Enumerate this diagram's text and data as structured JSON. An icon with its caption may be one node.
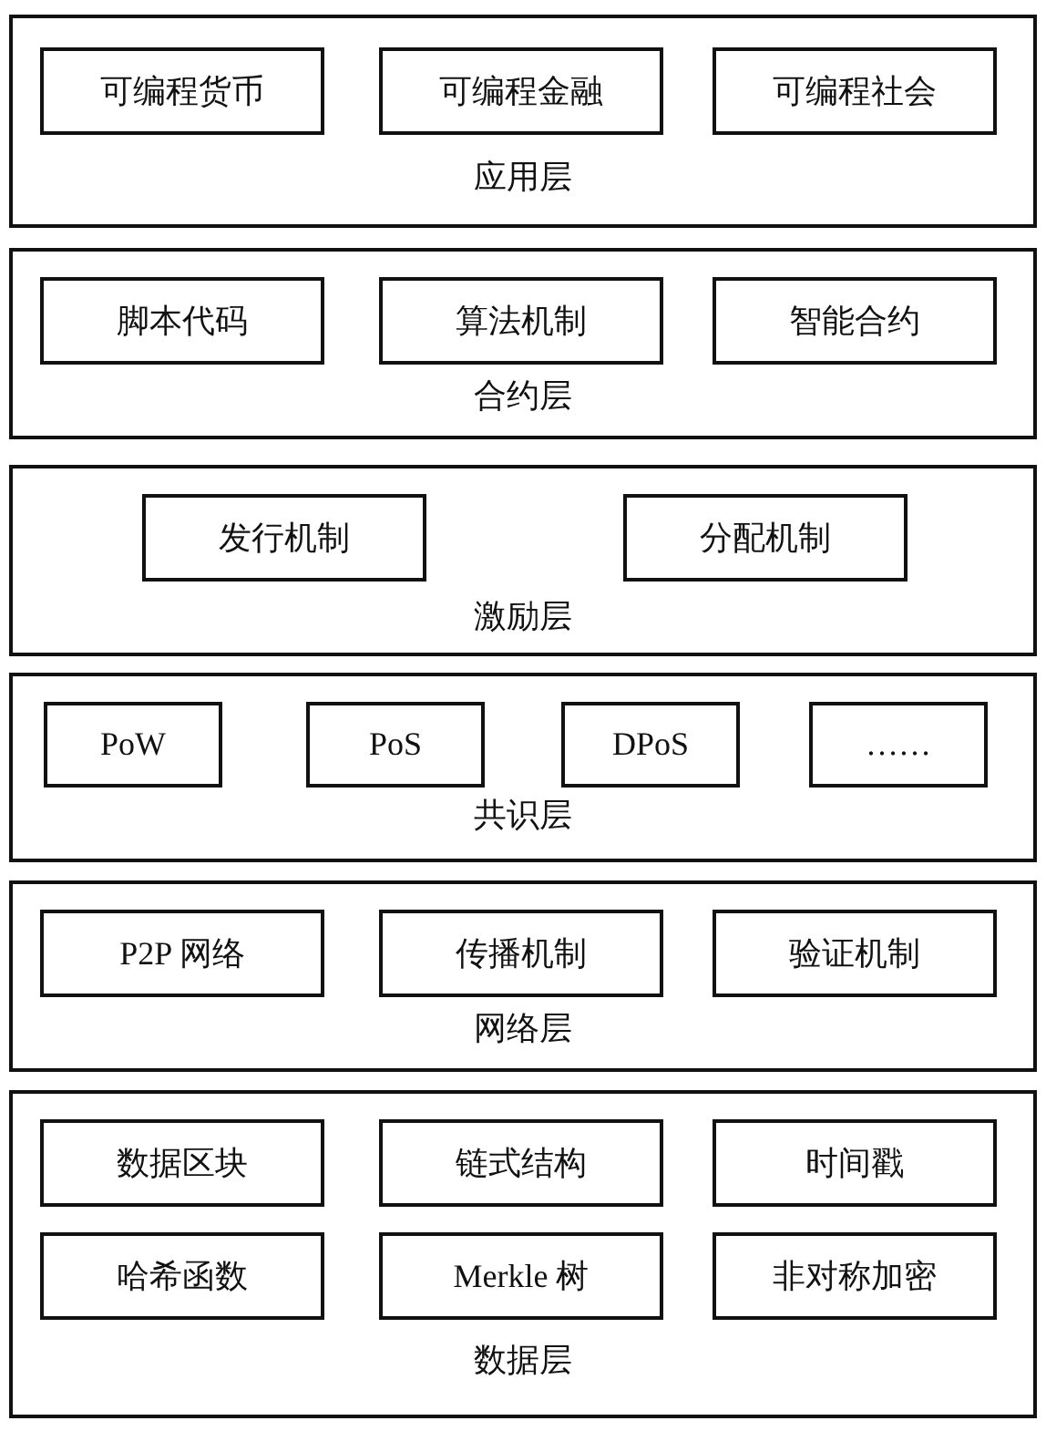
{
  "diagram": {
    "nodes": [
      {
        "text": [
          "应用层"
        ]
      },
      {
        "text": [
          "可编程货币"
        ],
        "in": 0
      },
      {
        "text": [
          "可编程金融"
        ],
        "in": 0
      },
      {
        "text": [
          "可编程社会"
        ],
        "in": 0
      },
      {
        "text": [
          "合约层"
        ]
      },
      {
        "text": [
          "脚本代码"
        ],
        "in": 4
      },
      {
        "text": [
          "算法机制"
        ],
        "in": 4
      },
      {
        "text": [
          "智能合约"
        ],
        "in": 4
      },
      {
        "text": [
          "激励层"
        ]
      },
      {
        "text": [
          "发行机制"
        ],
        "in": 8
      },
      {
        "text": [
          "分配机制"
        ],
        "in": 8
      },
      {
        "text": [
          "共识层"
        ]
      },
      {
        "text": [
          "PoW"
        ],
        "in": 11
      },
      {
        "text": [
          "PoS"
        ],
        "in": 11
      },
      {
        "text": [
          "DPoS"
        ],
        "in": 11
      },
      {
        "text": [
          "……"
        ],
        "in": 11
      },
      {
        "text": [
          "网络层"
        ]
      },
      {
        "text": [
          "P2P 网络"
        ],
        "in": 16
      },
      {
        "text": [
          "传播机制"
        ],
        "in": 16
      },
      {
        "text": [
          "验证机制"
        ],
        "in": 16
      },
      {
        "text": [
          "数据层"
        ]
      },
      {
        "text": [
          "数据区块"
        ],
        "in": 20
      },
      {
        "text": [
          "链式结构"
        ],
        "in": 20
      },
      {
        "text": [
          "时间戳"
        ],
        "in": 20
      },
      {
        "text": [
          "哈希函数"
        ],
        "in": 20
      },
      {
        "text": [
          "Merkle 树"
        ],
        "in": 20
      },
      {
        "text": [
          "非对称加密"
        ],
        "in": 20
      }
    ]
  }
}
